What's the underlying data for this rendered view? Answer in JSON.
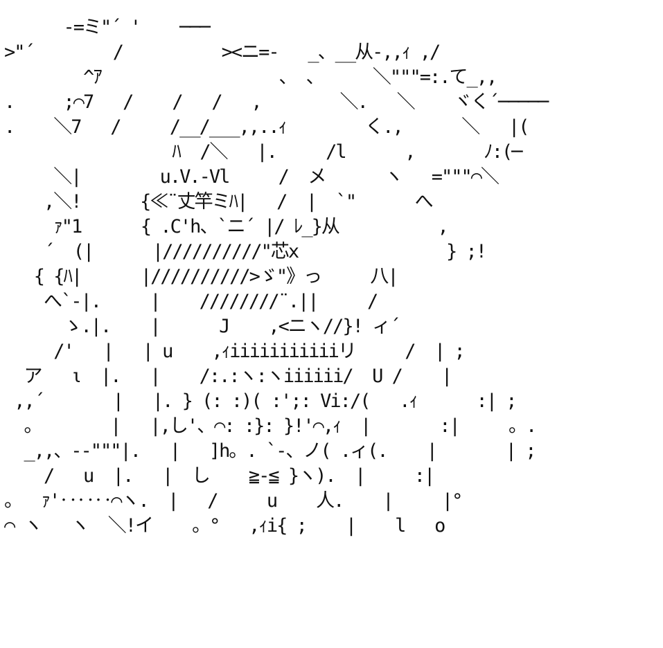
{
  "art": {
    "lines": [
      "      -=ミ\"´ '    ───",
      ">\"´        /          ><ニ=-   _、__从-,,ｨ ,/",
      "        ^ｱ                  、 、     ＼\"\"\"=:.て_,,",
      ".     ;⌒7   /    /   /   ,        ＼.   ＼    ヾく´─────",
      ".    ＼7   /     /__/___,,..ｨ        く.,      ＼   |(",
      "                 ﾊ  /＼   |.     /l      ,       ﾉ:(─",
      "     ＼|        u.V.-Vl     /  メ      ヽ   =\"\"\"⌒＼",
      "    ,＼!      {≪¨丈竿ミﾊ|   /  |  `\"      へ",
      "     ｧ\"1      { .C'h、`ニ´ |/ ﾚ_}从          ,",
      "    ´  (|      |//////////\"芯x               } ;!",
      "   { {ﾊ|      |//////////>ゞ\"》っ     八|",
      "    へ`-|.     |    ////////¨.||     /",
      "      ゝ.|.    |      J    ,<ニヽ//}! ィ´",
      "     /'   |   | u    ,ｨiiiiiiiiiiiリ     /  | ;",
      "  ア   ι  |.   |    /:.:ヽ:ヽiiiiii/  U /    |",
      " ,,´       |   |. } (: :)( :';: Vi:/(   .ｨ      :| ;",
      "  。       |   |,し'、⌒: :}: }!'⌒,ｨ  |       :|     。.",
      "  _,,、--\"\"\"|.   |   ]h。. `-、ノ( .ィ(.    |       | ;",
      "    /   u  |.   |  し    ≧-≦ }ヽ).  |     :|",
      "。  ｧ'‥‥‥⌒ヽ.  |   /     u    人.    |     |°",
      "⌒ ヽ   ヽ  ＼!イ    。°   ,ｨi{ ;    |    l   o"
    ]
  }
}
